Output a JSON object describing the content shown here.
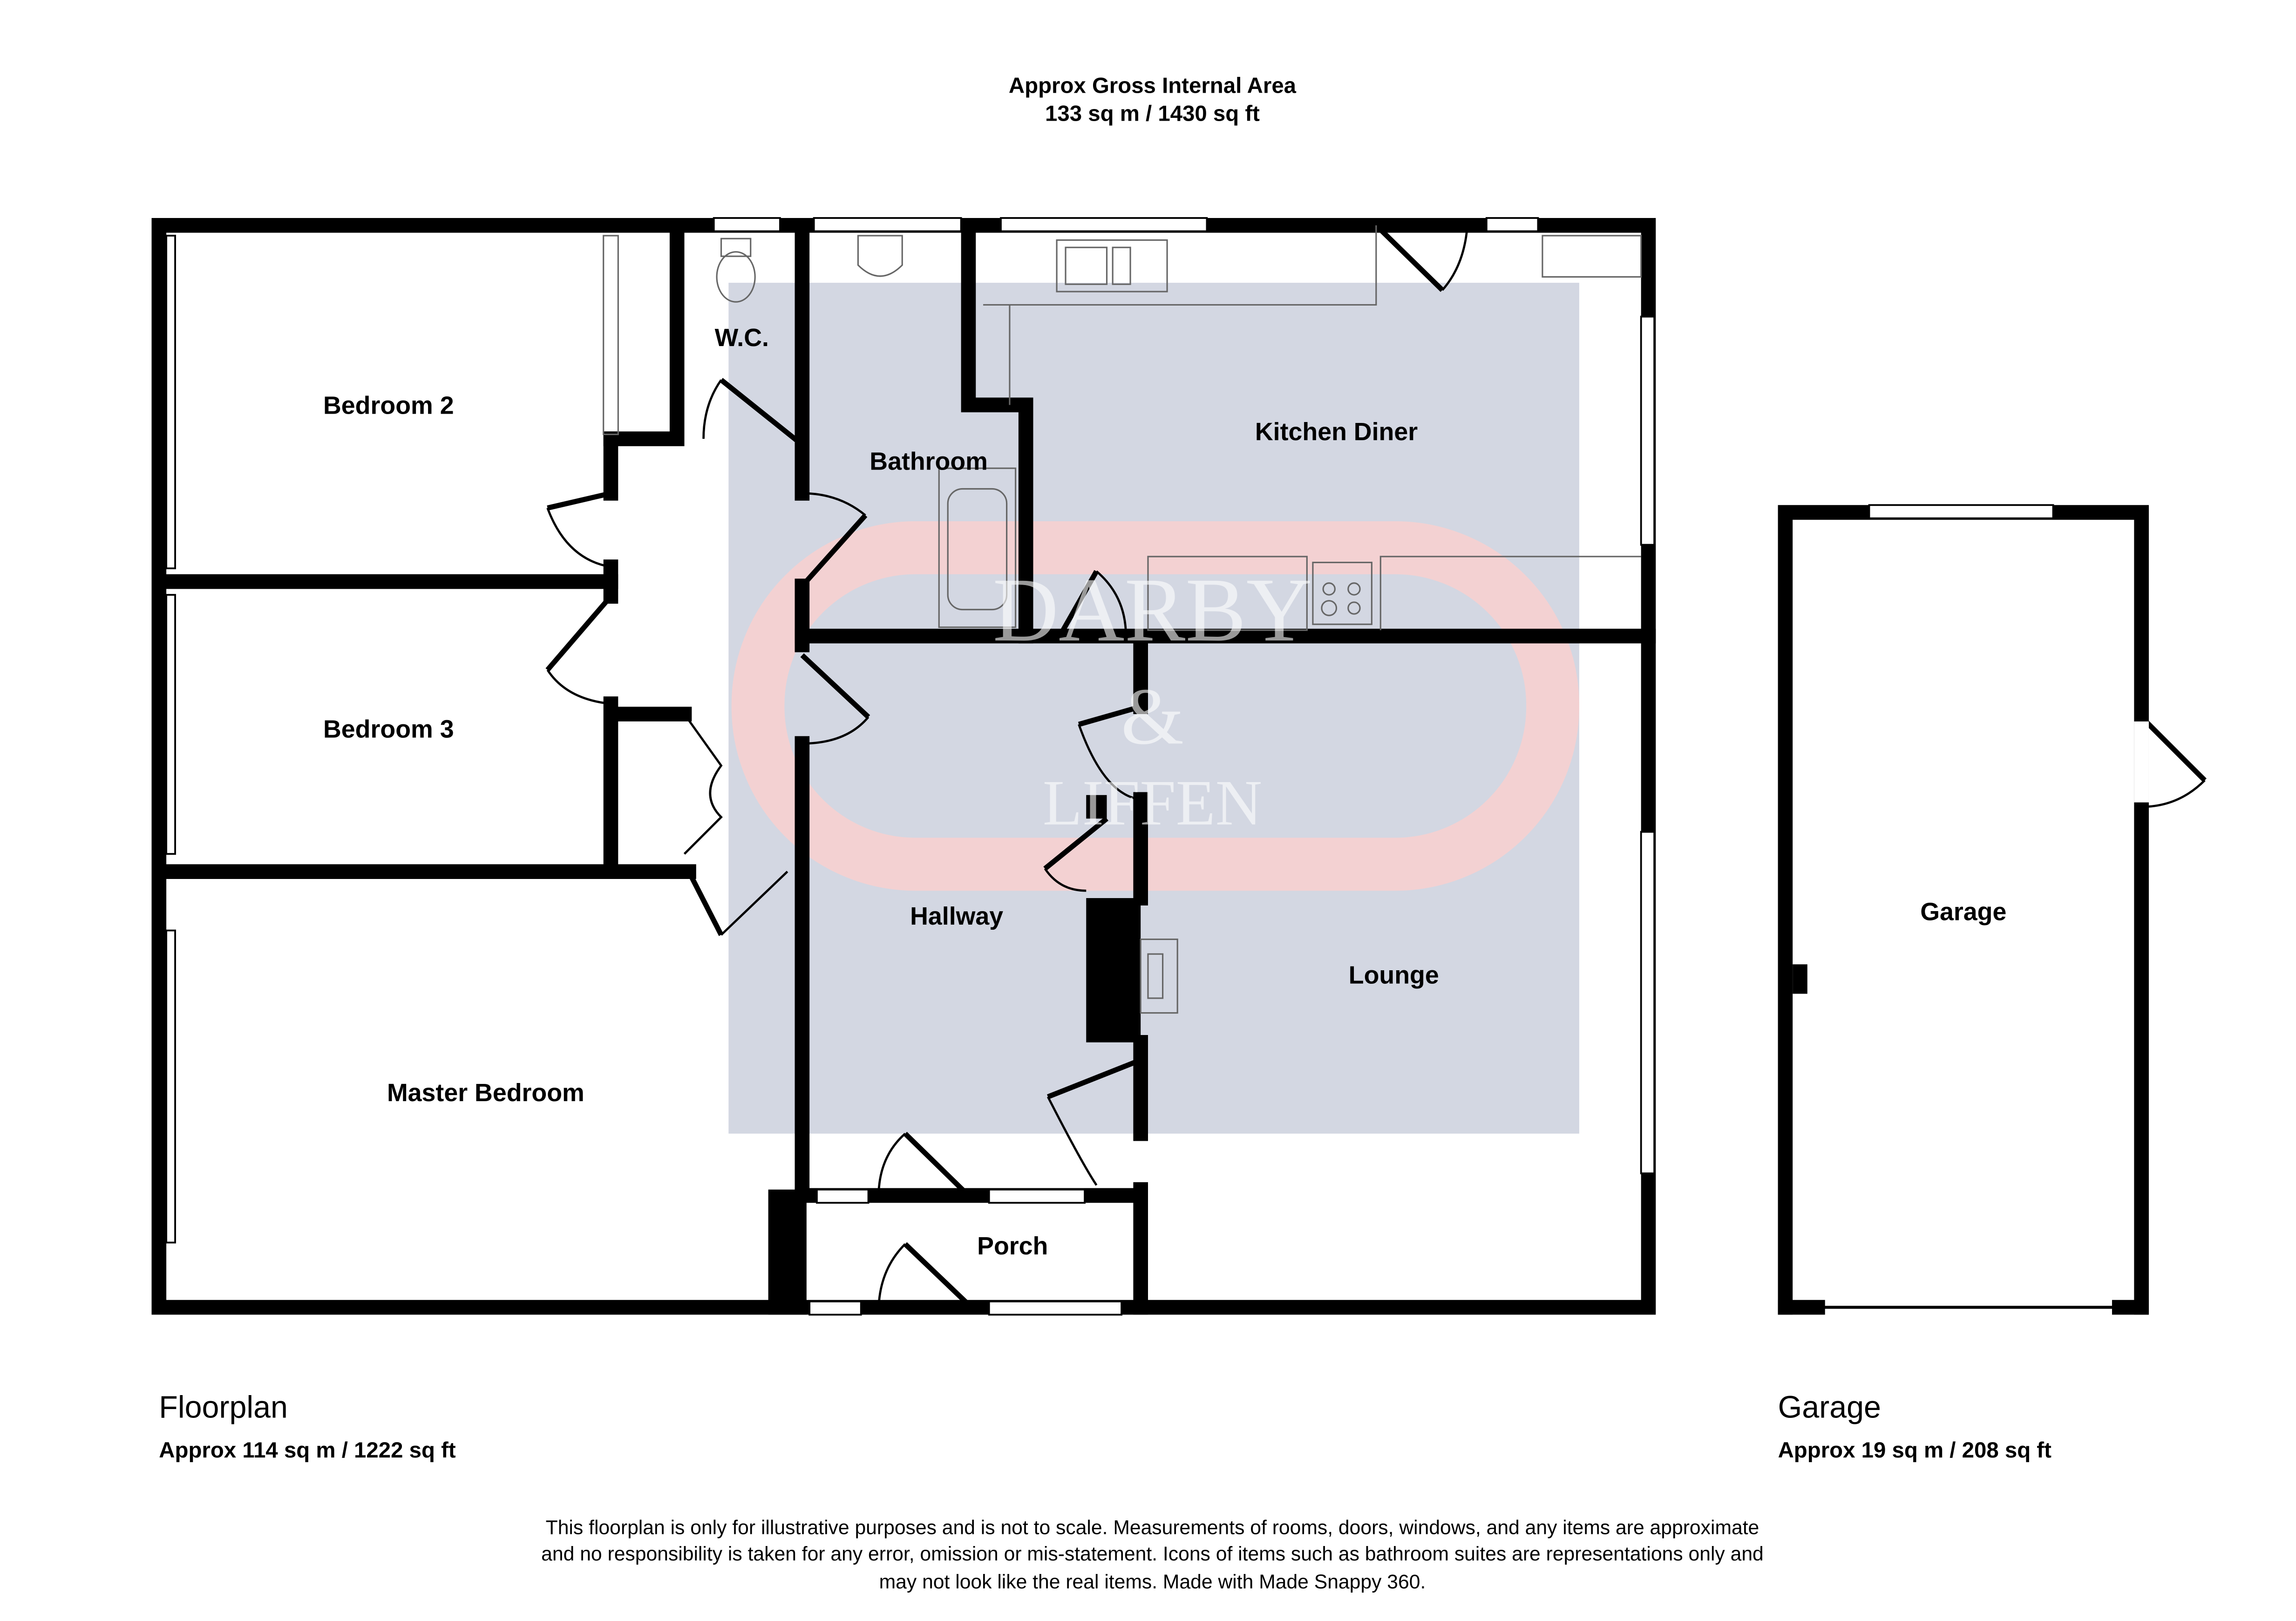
{
  "header": {
    "title": "Approx Gross Internal Area",
    "area": "133 sq m / 1430 sq ft"
  },
  "rooms": {
    "bedroom2": "Bedroom 2",
    "wc": "W.C.",
    "bathroom": "Bathroom",
    "kitchen": "Kitchen Diner",
    "bedroom3": "Bedroom 3",
    "hallway": "Hallway",
    "lounge": "Lounge",
    "master": "Master Bedroom",
    "porch": "Porch",
    "garage": "Garage"
  },
  "watermark": {
    "line1": "DARBY",
    "line2": "&",
    "line3": "LIFFEN"
  },
  "floors": [
    {
      "name": "Floorplan",
      "area": "Approx 114 sq m / 1222 sq ft"
    },
    {
      "name": "Garage",
      "area": "Approx 19 sq m / 208 sq ft"
    }
  ],
  "disclaimer": [
    "This floorplan is only for illustrative purposes and is not to scale. Measurements of rooms, doors, windows, and any items are approximate",
    "and no responsibility is taken for any error, omission or mis-statement. Icons of items such as bathroom suites are representations only and",
    "may not look like the real items. Made with Made Snappy 360."
  ],
  "colors": {
    "wall": "#000000",
    "watermark_box": "#d3d7e2",
    "watermark_ring": "#f9d2d2"
  }
}
